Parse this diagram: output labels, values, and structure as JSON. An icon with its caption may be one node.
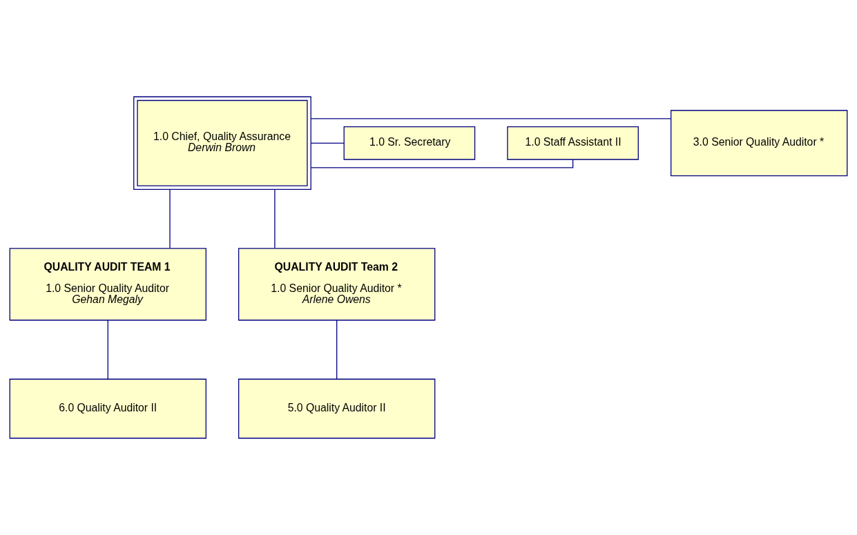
{
  "diagram": {
    "nodes": [
      {
        "text": [
          "1.0 Chief, Quality Assurance",
          "Derwin Brown"
        ]
      },
      {
        "text": [
          "3.0 Senior Quality Auditor *"
        ]
      },
      {
        "text": [
          "1.0 Staff Assistant II"
        ]
      },
      {
        "text": [
          "1.0 Sr. Secretary"
        ]
      },
      {
        "text": [
          "QUALITY AUDIT TEAM 1",
          "1.0 Senior Quality Auditor",
          "Gehan Megaly"
        ]
      },
      {
        "text": [
          "QUALITY AUDIT Team 2",
          "1.0 Senior Quality Auditor *",
          "Arlene Owens"
        ]
      },
      {
        "text": [
          "6.0 Quality Auditor II"
        ]
      },
      {
        "text": [
          "5.0 Quality Auditor II"
        ]
      }
    ],
    "edges": [
      {
        "from": 0,
        "to": 1,
        "arrow": "none"
      },
      {
        "from": 0,
        "to": 2,
        "arrow": "none"
      },
      {
        "from": 0,
        "to": 3,
        "arrow": "none"
      },
      {
        "from": 0,
        "to": 4,
        "arrow": "none"
      },
      {
        "from": 0,
        "to": 5,
        "arrow": "none"
      },
      {
        "from": 4,
        "to": 6,
        "arrow": "none"
      },
      {
        "from": 5,
        "to": 7,
        "arrow": "none"
      }
    ]
  }
}
